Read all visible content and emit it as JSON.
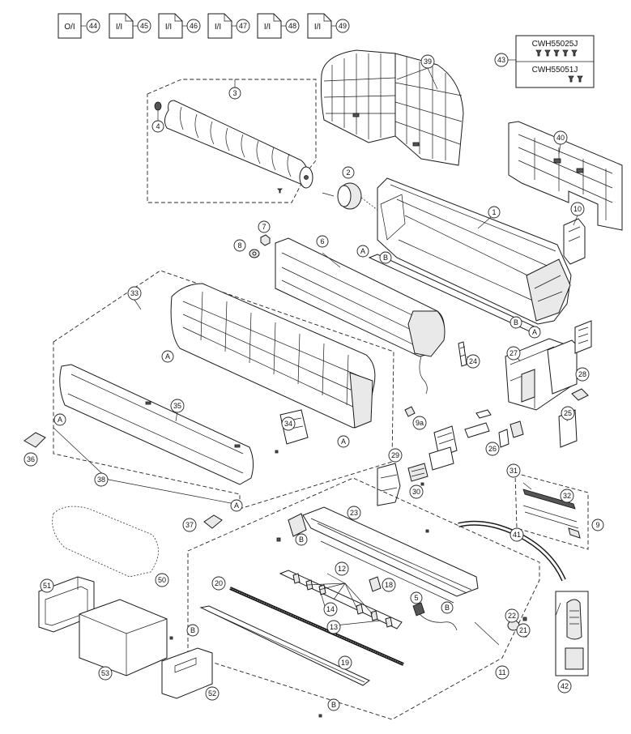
{
  "manual_boxes": [
    {
      "code": "O/I",
      "num": "44"
    },
    {
      "code": "I/I",
      "num": "45"
    },
    {
      "code": "I/I",
      "num": "46"
    },
    {
      "code": "I/I",
      "num": "47"
    },
    {
      "code": "I/I",
      "num": "48"
    },
    {
      "code": "I/I",
      "num": "49"
    }
  ],
  "screw_kit": {
    "num": "43",
    "code_top": "CWH55025J",
    "code_bottom": "CWH55051J"
  },
  "part_numbers": [
    "1",
    "2",
    "3",
    "4",
    "5",
    "6",
    "7",
    "8",
    "9",
    "9a",
    "10",
    "11",
    "12",
    "13",
    "14",
    "18",
    "19",
    "20",
    "21",
    "22",
    "23",
    "24",
    "25",
    "26",
    "27",
    "28",
    "29",
    "30",
    "31",
    "32",
    "33",
    "34",
    "35",
    "36",
    "37",
    "38",
    "39",
    "40",
    "41",
    "42",
    "50",
    "51",
    "52",
    "53"
  ],
  "reference_letters": [
    "A",
    "A",
    "A",
    "A",
    "A",
    "A",
    "B",
    "B",
    "B",
    "B",
    "B",
    "B"
  ]
}
